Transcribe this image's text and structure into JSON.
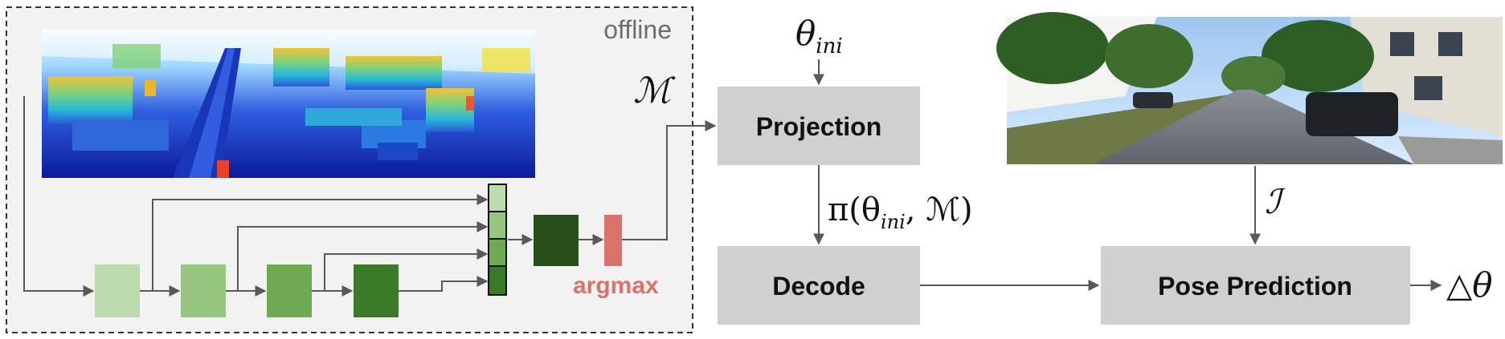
{
  "offline_label": "offline",
  "map_symbol": "ℳ",
  "theta_ini": {
    "base": "θ",
    "sub": "ini"
  },
  "projection_label": "Projection",
  "decode_label": "Decode",
  "pose_label": "Pose Prediction",
  "argmax_label": "argmax",
  "pi_label": {
    "pre": "π(θ",
    "sub": "ini",
    "post": ", ℳ)"
  },
  "image_symbol": "ℐ",
  "delta_theta": "△θ",
  "colors": {
    "panel_bg": "#f2f2f2",
    "box_gray": "#d0d0d0",
    "arrow": "#595959",
    "argmax_red": "#d9726a",
    "enc1": "#bcdcb0",
    "enc2": "#97c77f",
    "enc3": "#6eaa4f",
    "enc4": "#3a7a26",
    "dec": "#284f1a",
    "stack": "#8fc07a"
  }
}
